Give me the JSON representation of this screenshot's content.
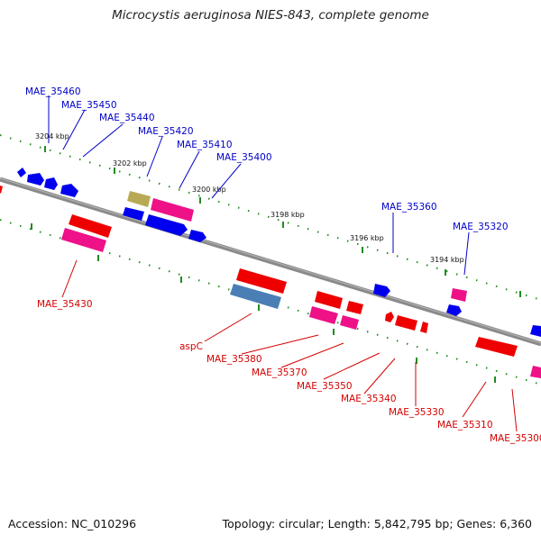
{
  "title": "Microcystis aeruginosa NIES-843, complete genome",
  "footer": {
    "accession": "Accession: NC_010296",
    "summary": "Topology: circular; Length: 5,842,795 bp; Genes: 6,360"
  },
  "colors": {
    "backbone": "#8a8a8a",
    "forward_label": "#0000c8",
    "reverse_label": "#d40000",
    "tick_dot": "#228B22",
    "gene_blue": "#0000ee",
    "gene_red": "#ee0000",
    "gene_pink": "#ee1188",
    "gene_khaki": "#b8aa55",
    "gene_steelblue": "#4a7fb5"
  },
  "scale_ticks": [
    "3204 kbp",
    "3202 kbp",
    "3200 kbp",
    "3198 kbp",
    "3196 kbp",
    "3194 kbp"
  ],
  "forward_genes": [
    "MAE_35460",
    "MAE_35450",
    "MAE_35440",
    "MAE_35420",
    "MAE_35410",
    "MAE_35400",
    "MAE_35360",
    "MAE_35320"
  ],
  "reverse_genes": [
    "MAE_35430",
    "aspC",
    "MAE_35380",
    "MAE_35370",
    "MAE_35350",
    "MAE_35340",
    "MAE_35330",
    "MAE_35310",
    "MAE_35300"
  ]
}
